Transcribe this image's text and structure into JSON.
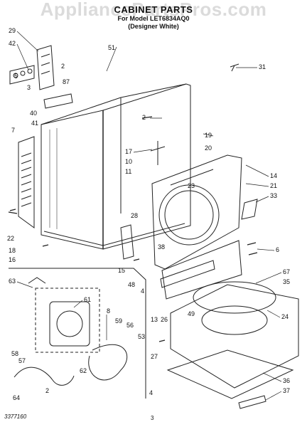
{
  "watermark": "AppliancePartsPros.com",
  "header": {
    "title": "CABINET PARTS",
    "model": "For Model LET6834AQ0",
    "variant": "(Designer White)"
  },
  "callouts": [
    "29",
    "42",
    "5",
    "3",
    "87",
    "40",
    "41",
    "7",
    "22",
    "18",
    "16",
    "2",
    "51",
    "31",
    "19",
    "20",
    "17",
    "10",
    "11",
    "14",
    "21",
    "33",
    "23",
    "38",
    "28",
    "6",
    "15",
    "48",
    "4",
    "67",
    "35",
    "24",
    "13",
    "26",
    "49",
    "63",
    "61",
    "8",
    "59",
    "56",
    "53",
    "58",
    "57",
    "64",
    "62",
    "27",
    "36",
    "37"
  ],
  "footer": {
    "doc_number": "3377160",
    "page_number": "3"
  }
}
